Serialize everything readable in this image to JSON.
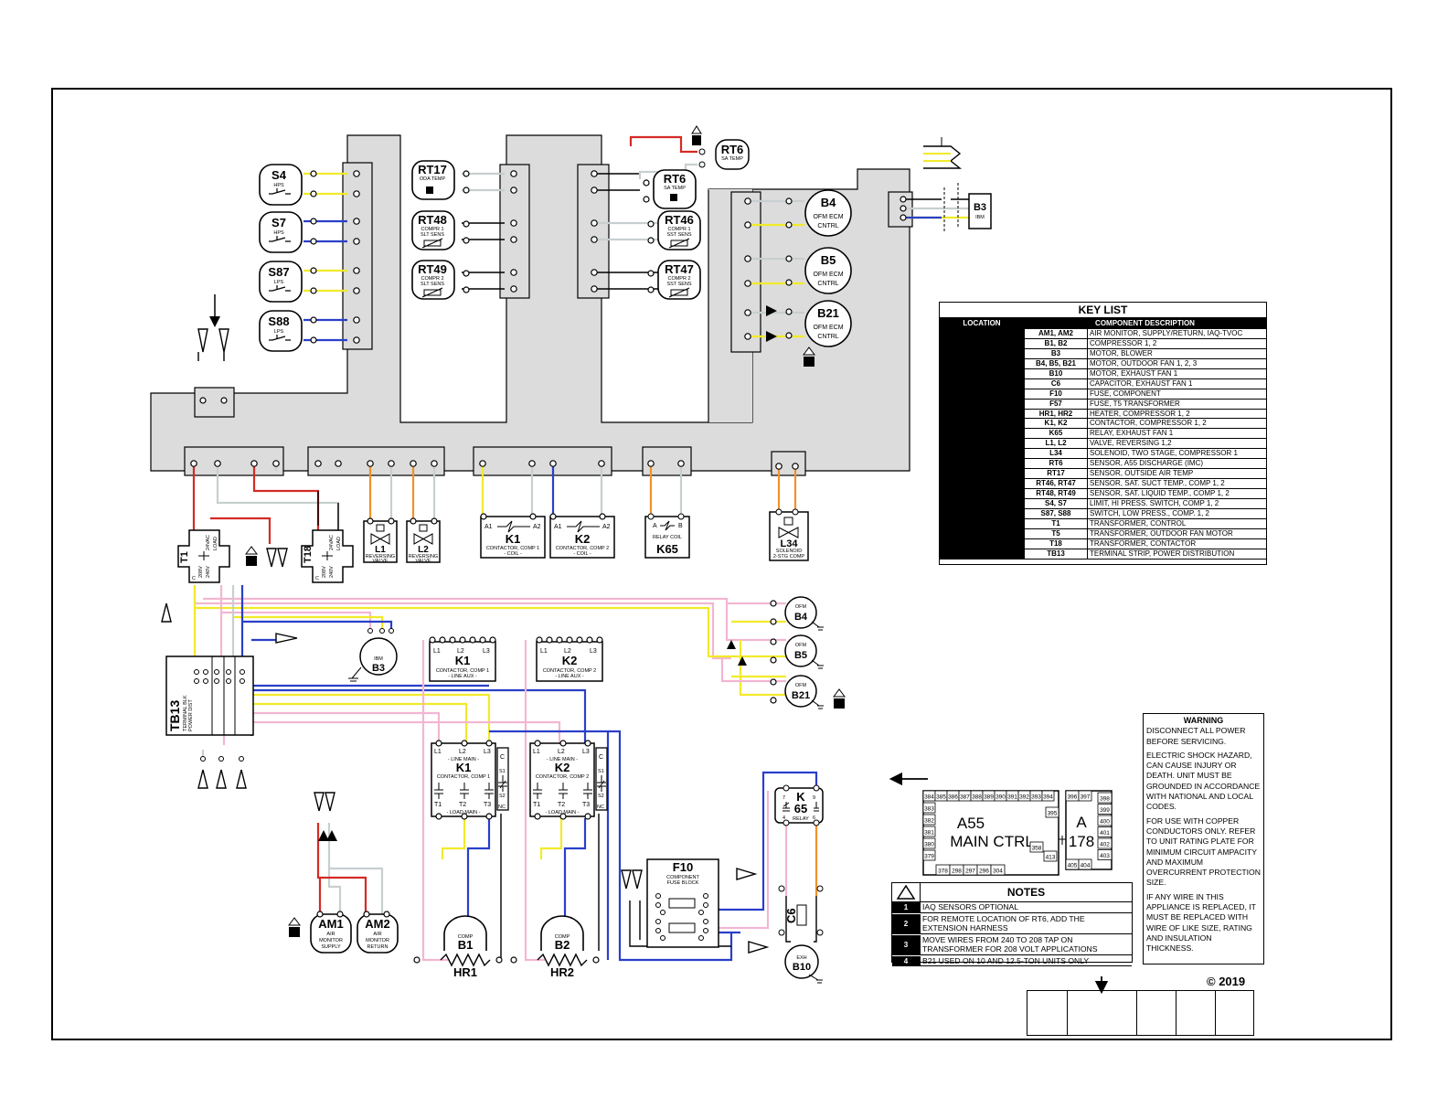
{
  "sensors_left": [
    {
      "id": "S4",
      "sub": "HPS"
    },
    {
      "id": "S7",
      "sub": "HPS"
    },
    {
      "id": "S87",
      "sub": "LPS"
    },
    {
      "id": "S88",
      "sub": "LPS"
    }
  ],
  "sensors_mid": [
    {
      "id": "RT17",
      "sub": "ODA TEMP"
    },
    {
      "id": "RT48",
      "sub": "COMPR 1",
      "sub2": "SLT SENS"
    },
    {
      "id": "RT49",
      "sub": "COMPR 2",
      "sub2": "SLT SENS"
    }
  ],
  "sensors_right": [
    {
      "id": "RT6",
      "sub": "SA TEMP"
    },
    {
      "id": "RT46",
      "sub": "COMPR 1",
      "sub2": "SST SENS"
    },
    {
      "id": "RT47",
      "sub": "COMPR 2",
      "sub2": "SST SENS"
    }
  ],
  "rt6_top": {
    "id": "RT6",
    "sub": "SA TEMP"
  },
  "fan_controls": [
    {
      "id": "B4",
      "l1": "OFM ECM",
      "l2": "CNTRL"
    },
    {
      "id": "B5",
      "l1": "OFM ECM",
      "l2": "CNTRL"
    },
    {
      "id": "B21",
      "l1": "OFM ECM",
      "l2": "CNTRL"
    }
  ],
  "b3_top": {
    "id": "B3",
    "sub": "IBM"
  },
  "transformers": [
    {
      "id": "T1",
      "taps": [
        "24VAC",
        "LOAD"
      ],
      "taps2": [
        "208V",
        "240V"
      ],
      "c": "C"
    },
    {
      "id": "T18",
      "taps": [
        "24VAC",
        "LOAD"
      ],
      "taps2": [
        "208V",
        "240V"
      ],
      "c": "C"
    }
  ],
  "valves": [
    {
      "id": "L1",
      "l1": "REVERSING",
      "l2": "VALVE"
    },
    {
      "id": "L2",
      "l1": "REVERSING",
      "l2": "VALVE"
    }
  ],
  "coils": [
    {
      "id": "K1",
      "a1": "A1",
      "a2": "A2",
      "l1": "CONTACTOR, COMP 1",
      "l2": "- COIL -"
    },
    {
      "id": "K2",
      "a1": "A1",
      "a2": "A2",
      "l1": "CONTACTOR, COMP 2",
      "l2": "- COIL -"
    }
  ],
  "k65_coil": {
    "id": "K65",
    "a": "A",
    "b": "B",
    "l1": "RELAY COIL"
  },
  "l34": {
    "id": "L34",
    "l1": "SOLENOID",
    "l2": "2-STG COMP"
  },
  "tb13": {
    "id": "TB13",
    "l1": "TERMINAL BLK",
    "l2": "POWER DIST"
  },
  "ibm_b3": {
    "id": "B3",
    "sub": "IBM"
  },
  "aux_contacts": [
    {
      "id": "K1",
      "terms": [
        "L1",
        "L2",
        "L3"
      ],
      "l1": "CONTACTOR, COMP 1",
      "l2": "- LINE AUX -"
    },
    {
      "id": "K2",
      "terms": [
        "L1",
        "L2",
        "L3"
      ],
      "l1": "CONTACTOR, COMP 2",
      "l2": "- LINE AUX -"
    }
  ],
  "main_contactors": [
    {
      "id": "K1",
      "top": [
        "L1",
        "L2",
        "L3"
      ],
      "bot": [
        "T1",
        "T2",
        "T3"
      ],
      "line": "- LINE MAIN -",
      "desc": "CONTACTOR, COMP 1",
      "load": "- LOAD MAIN -",
      "c": "C",
      "s1": "S1",
      "s2": "S2",
      "nc": "NC"
    },
    {
      "id": "K2",
      "top": [
        "L1",
        "L2",
        "L3"
      ],
      "bot": [
        "T1",
        "T2",
        "T3"
      ],
      "line": "- LINE MAIN -",
      "desc": "CONTACTOR, COMP 2",
      "load": "- LOAD MAIN -",
      "c": "C",
      "s1": "S1",
      "s2": "S2",
      "nc": "NC"
    }
  ],
  "ofm_motors": [
    {
      "id": "B4",
      "sub": "OFM"
    },
    {
      "id": "B5",
      "sub": "OFM"
    },
    {
      "id": "B21",
      "sub": "OFM"
    }
  ],
  "k65_relay": {
    "k": "K",
    "n": "65",
    "sub": "RELAY",
    "pins": [
      "7",
      "4",
      "9",
      "6"
    ]
  },
  "f10": {
    "id": "F10",
    "l1": "COMPONENT",
    "l2": "FUSE BLOCK"
  },
  "c6": {
    "id": "C6"
  },
  "b10": {
    "id": "B10",
    "sub": "EXH"
  },
  "air_monitors": [
    {
      "id": "AM1",
      "l1": "AIR",
      "l2": "MONITOR",
      "l3": "SUPPLY"
    },
    {
      "id": "AM2",
      "l1": "AIR",
      "l2": "MONITOR",
      "l3": "RETURN"
    }
  ],
  "compressors": [
    {
      "id": "B1",
      "sub": "COMP",
      "heater": "HR1"
    },
    {
      "id": "B2",
      "sub": "COMP",
      "heater": "HR2"
    }
  ],
  "a55": {
    "l1": "A55",
    "l2": "MAIN CTRL",
    "top_pins": [
      "384",
      "385",
      "386",
      "387",
      "388",
      "389",
      "390",
      "391",
      "392",
      "393",
      "394"
    ],
    "left_pins": [
      "383",
      "382",
      "381",
      "380",
      "379"
    ],
    "bottom_pins": [
      "378",
      "298",
      "297",
      "296",
      "304"
    ],
    "mid_pins": [
      "395",
      "358",
      "413"
    ]
  },
  "a178": {
    "l1": "A",
    "l2": "178",
    "top_pins": [
      "396",
      "397"
    ],
    "right_pins": [
      "398",
      "399",
      "400",
      "401",
      "402",
      "403"
    ],
    "bottom_pins": [
      "405",
      "404"
    ]
  },
  "key_list": {
    "title": "KEY LIST",
    "head_location": "LOCATION",
    "head_desc": "COMPONENT DESCRIPTION",
    "rows": [
      {
        "des": "AM1, AM2",
        "desc": "AIR MONITOR, SUPPLY/RETURN, IAQ-TVOC"
      },
      {
        "des": "B1, B2",
        "desc": "COMPRESSOR 1, 2"
      },
      {
        "des": "B3",
        "desc": "MOTOR, BLOWER"
      },
      {
        "des": "B4, B5, B21",
        "desc": "MOTOR, OUTDOOR FAN 1, 2, 3"
      },
      {
        "des": "B10",
        "desc": "MOTOR, EXHAUST FAN 1"
      },
      {
        "des": "C6",
        "desc": "CAPACITOR, EXHAUST FAN 1"
      },
      {
        "des": "F10",
        "desc": "FUSE, COMPONENT"
      },
      {
        "des": "F57",
        "desc": "FUSE, T5 TRANSFORMER"
      },
      {
        "des": "HR1, HR2",
        "desc": "HEATER, COMPRESSOR 1, 2"
      },
      {
        "des": "K1, K2",
        "desc": "CONTACTOR, COMPRESSOR 1, 2"
      },
      {
        "des": "K65",
        "desc": "RELAY, EXHAUST FAN 1"
      },
      {
        "des": "L1, L2",
        "desc": "VALVE, REVERSING 1,2"
      },
      {
        "des": "L34",
        "desc": "SOLENOID, TWO STAGE, COMPRESSOR 1"
      },
      {
        "des": "RT6",
        "desc": "SENSOR, A55 DISCHARGE (IMC)"
      },
      {
        "des": "RT17",
        "desc": "SENSOR, OUTSIDE AIR TEMP"
      },
      {
        "des": "RT46, RT47",
        "desc": "SENSOR, SAT. SUCT TEMP., COMP 1, 2"
      },
      {
        "des": "RT48, RT49",
        "desc": "SENSOR, SAT. LIQUID TEMP., COMP 1, 2"
      },
      {
        "des": "S4, S7",
        "desc": "LIMIT, HI PRESS. SWITCH, COMP 1, 2"
      },
      {
        "des": "S87, S88",
        "desc": "SWITCH, LOW PRESS., COMP. 1, 2"
      },
      {
        "des": "T1",
        "desc": "TRANSFORMER, CONTROL"
      },
      {
        "des": "T5",
        "desc": "TRANSFORMER, OUTDOOR FAN MOTOR"
      },
      {
        "des": "T18",
        "desc": "TRANSFORMER, CONTACTOR"
      },
      {
        "des": "TB13",
        "desc": "TERMINAL STRIP, POWER DISTRIBUTION"
      }
    ]
  },
  "warning": {
    "title": "WARNING",
    "p1": "DISCONNECT ALL POWER BEFORE SERVICING.",
    "p2": "ELECTRIC SHOCK HAZARD, CAN CAUSE INJURY OR DEATH. UNIT MUST BE GROUNDED IN ACCORDANCE WITH NATIONAL AND LOCAL CODES.",
    "p3": "FOR USE WITH COPPER CONDUCTORS ONLY. REFER TO UNIT RATING PLATE FOR MINIMUM CIRCUIT AMPACITY AND MAXIMUM OVERCURRENT PROTECTION SIZE.",
    "p4": "IF ANY WIRE IN THIS APPLIANCE IS REPLACED, IT MUST BE REPLACED WITH WIRE OF LIKE SIZE, RATING AND INSULATION THICKNESS."
  },
  "notes": {
    "title": "NOTES",
    "rows": [
      {
        "num": "1",
        "text": "IAQ SENSORS OPTIONAL"
      },
      {
        "num": "2",
        "text": "FOR REMOTE LOCATION OF RT6, ADD THE EXTENSION HARNESS"
      },
      {
        "num": "3",
        "text": "MOVE WIRES FROM 240 TO 208 TAP ON TRANSFORMER FOR 208 VOLT APPLICATIONS"
      },
      {
        "num": "4",
        "text": "B21 USED ON 10 AND 12.5-TON UNITS ONLY"
      }
    ]
  },
  "copyright": "© 2019",
  "colors": {
    "yellow": "#f2ea2a",
    "red": "#d42a26",
    "blue": "#2a3fc9",
    "gray": "#c7cfd0",
    "pink": "#f2b6d2",
    "orange": "#f0922a",
    "panel": "#dcdcdc"
  }
}
